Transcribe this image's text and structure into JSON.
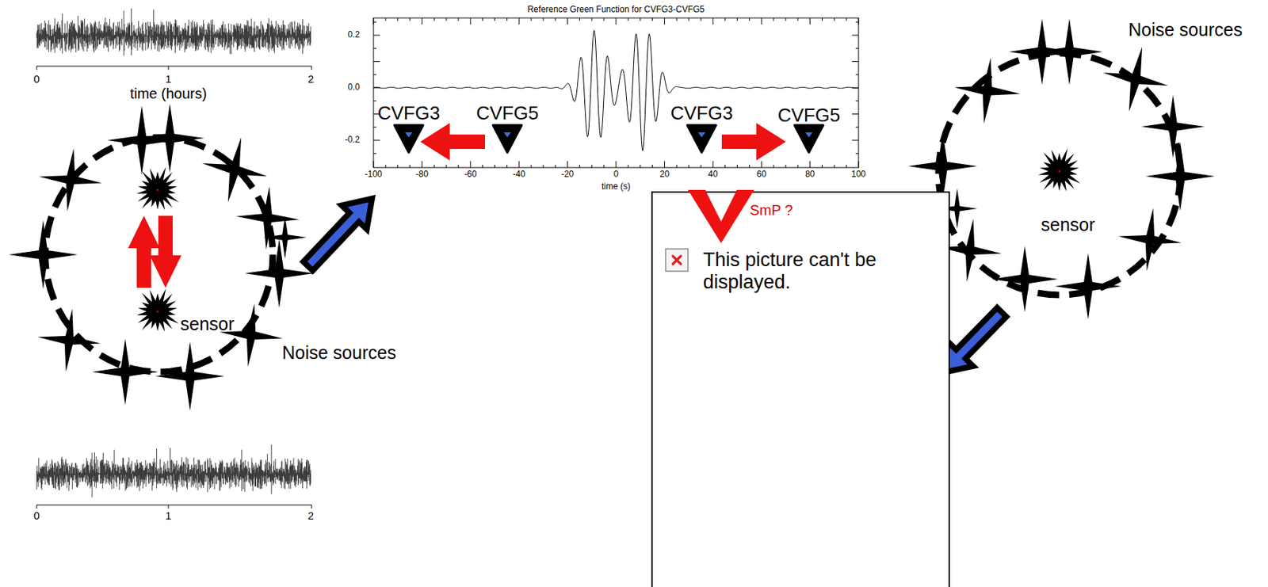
{
  "diagram": {
    "nodes": [
      {
        "text": [
          "This picture can't be displayed."
        ]
      }
    ],
    "labels": [
      "0",
      "1",
      "2",
      "time (hours)",
      "0",
      "1",
      "2",
      "Reference Green Function for CVFG3-CVFG5",
      "0.2",
      "0.0",
      "-0.2",
      "-100",
      "-80",
      "-60",
      "-40",
      "-20",
      "0",
      "20",
      "40",
      "60",
      "80",
      "100",
      "time (s)",
      "CVFG3",
      "CVFG5",
      "CVFG3",
      "CVFG5",
      "sensor",
      "Noise sources",
      "Noise sources",
      "sensor",
      "SmP ?"
    ]
  }
}
